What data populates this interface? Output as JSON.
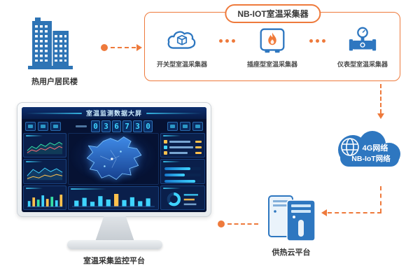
{
  "badge": {
    "label": "NB-IOT室温采集器"
  },
  "building": {
    "label": "热用户居民楼",
    "icon": "residential-building-icon"
  },
  "collectors": {
    "items": [
      {
        "type": "switch",
        "label": "开关型室温采集器",
        "icon": "cloud-cube-icon"
      },
      {
        "type": "socket",
        "label": "插座型室温采集器",
        "icon": "flame-box-icon"
      },
      {
        "type": "meter",
        "label": "仪表型室温采集器",
        "icon": "valve-meter-icon"
      }
    ]
  },
  "network": {
    "line1": "4G网络",
    "line2": "NB-IoT网络",
    "icon": "globe-cloud-icon"
  },
  "platform": {
    "label": "供热云平台",
    "icon": "server-cabinets-icon"
  },
  "monitor": {
    "label": "室温采集监控平台"
  },
  "dashboard": {
    "title": "室温监测数据大屏",
    "counter": [
      "0",
      "3",
      "6",
      "7",
      "3",
      "0"
    ]
  },
  "colors": {
    "accent_orange": "#ee7a3c",
    "icon_blue": "#2e77c0",
    "dashboard_bg": "#061233",
    "dashboard_cyan": "#3fd4ff"
  }
}
